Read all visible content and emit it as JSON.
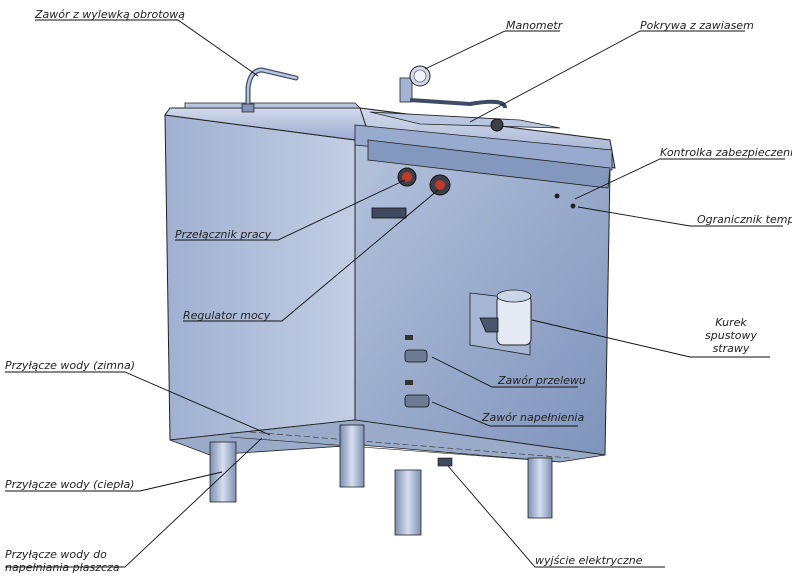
{
  "labels": {
    "zawor_wylewka": "Zawór z wylewką obrotową",
    "manometr": "Manometr",
    "pokrywa": "Pokrywa z zawiasem",
    "kontrolka": "Kontrolka zabezpieczenia",
    "ogranicznik": "Ogranicznik temp.",
    "przelacznik": "Przełącznik pracy",
    "regulator": "Regulator mocy",
    "kurek_line1": "Kurek",
    "kurek_line2": "spustowy",
    "kurek_line3": "strawy",
    "przylacze_zimna": "Przyłącze wody (zimna)",
    "zawor_przelewu": "Zawór przelewu",
    "zawor_napelnienia": "Zawór napełnienia",
    "przylacze_ciepla": "Przyłącze wody (ciepła)",
    "przylacze_plaszcz_line1": "Przyłącze wody do",
    "przylacze_plaszcz_line2": "napełniania płaszcza",
    "wyjscie": "wyjście elektryczne"
  },
  "colors": {
    "body_front": "#8fa3c8",
    "body_side": "#a9b8d6",
    "body_dark": "#6f82a8",
    "steel_light": "#c9d3e6",
    "line": "#1a1a1a",
    "accent_red": "#c0392b"
  }
}
